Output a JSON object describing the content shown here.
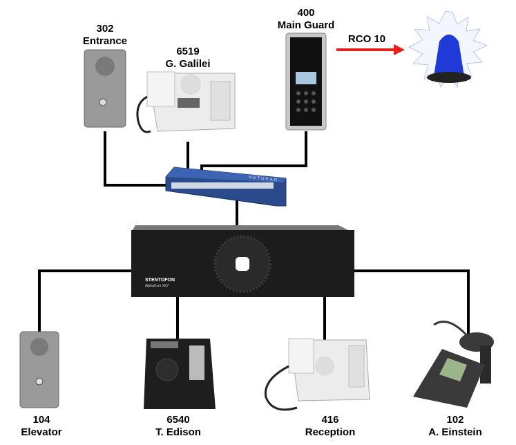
{
  "devices": [
    {
      "number": "302",
      "name": "Entrance"
    },
    {
      "number": "6519",
      "name": "G. Galilei"
    },
    {
      "number": "400",
      "name": "Main Guard"
    },
    {
      "number": "104",
      "name": "Elevator"
    },
    {
      "number": "6540",
      "name": "T. Edison"
    },
    {
      "number": "416",
      "name": "Reception"
    },
    {
      "number": "102",
      "name": "A. Einstein"
    }
  ],
  "relay_label": "RCO 10",
  "server_logo": {
    "brand": "STENTOFON",
    "model": "AlphaCom XE7"
  },
  "switch_logo": "NETGEAR",
  "colors": {
    "cable": "#000000",
    "arrow": "#e8201c",
    "beacon": "#1f3ad6",
    "switch": "#2a4a8c",
    "server": "#1c1c1c"
  }
}
